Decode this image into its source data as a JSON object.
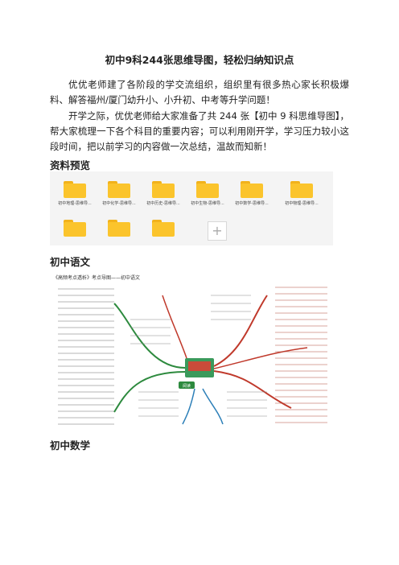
{
  "doc": {
    "title": "初中9科244张思维导图，轻松归纳知识点",
    "paragraph1": "优优老师建了各阶段的学交流组织，组织里有很多热心家长积极爆料、解答福州/厦门幼升小、小升初、中考等升学问题！",
    "paragraph2": "开学之际，优优老师给大家准备了共 244 张【初中 9 科思维导图】，帮大家梳理一下各个科目的重要内容；可以利用刚开学，学习压力较小这段时间，把以前学习的内容做一次总结，温故而知新！",
    "section_preview": "资料预览",
    "section_chinese": "初中语文",
    "section_math": "初中数学"
  },
  "files": [
    {
      "name": "初中地理-思维导..."
    },
    {
      "name": "初中化学-思维导..."
    },
    {
      "name": "初中历史-思维导..."
    },
    {
      "name": "初中生物-思维导..."
    },
    {
      "name": "初中数学-思维导..."
    },
    {
      "name": "初中物理-思维导..."
    },
    {
      "name": ""
    },
    {
      "name": ""
    },
    {
      "name": ""
    }
  ],
  "add_symbol": "+",
  "mindmap": {
    "caption": "《高频考点透析》考点导图——初中语文",
    "center_label": "阅读",
    "branch_colors": [
      "#2d8a3e",
      "#c0392b",
      "#2c7fb8",
      "#8e44ad",
      "#d35400"
    ]
  }
}
